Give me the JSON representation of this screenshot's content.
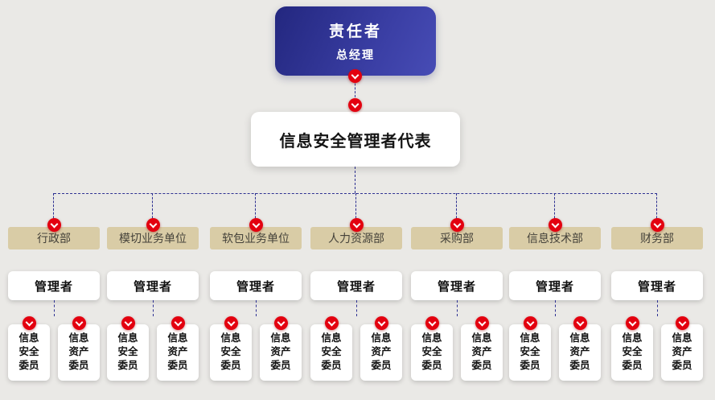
{
  "root_box": {
    "title": "责任者",
    "subtitle": "总经理"
  },
  "representative_box": {
    "label": "信息安全管理者代表"
  },
  "manager_label": "管理者",
  "committee": {
    "security": "信息安全委员",
    "asset": "信息资产委员"
  },
  "departments": [
    {
      "name": "行政部"
    },
    {
      "name": "模切业务单位"
    },
    {
      "name": "软包业务单位"
    },
    {
      "name": "人力资源部"
    },
    {
      "name": "采购部"
    },
    {
      "name": "信息技术部"
    },
    {
      "name": "财务部"
    }
  ],
  "colors": {
    "background": "#eae9e6",
    "root_box_gradient_start": "#23277f",
    "root_box_gradient_end": "#474cb5",
    "department_box": "#d9cca6",
    "arrow_red": "#e3000f",
    "connector_navy": "#2e3192",
    "card_white": "#ffffff"
  }
}
